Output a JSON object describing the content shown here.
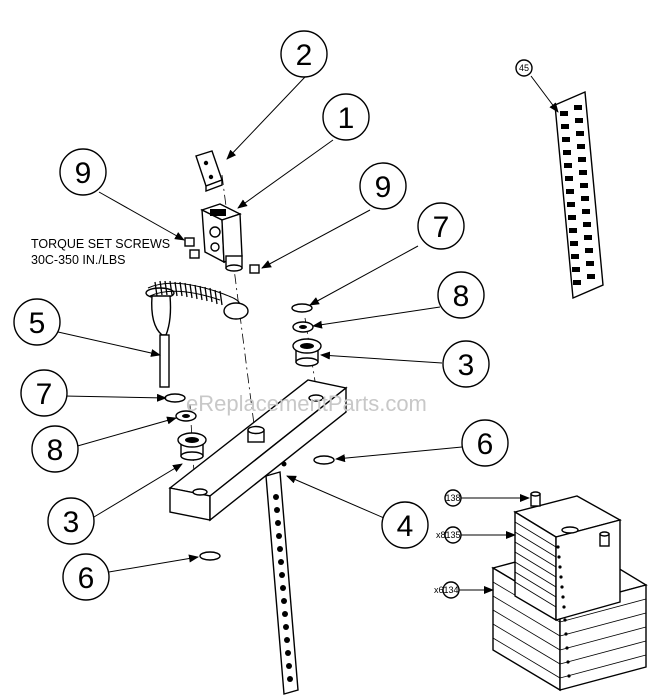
{
  "note": {
    "line1": "TORQUE SET SCREWS",
    "line2": "30C-350 IN./LBS"
  },
  "watermark": "eReplacementParts.com",
  "callouts": {
    "c1": "1",
    "c2": "2",
    "c3a": "3",
    "c3b": "3",
    "c4": "4",
    "c5": "5",
    "c6a": "6",
    "c6b": "6",
    "c7a": "7",
    "c7b": "7",
    "c8a": "8",
    "c8b": "8",
    "c9a": "9",
    "c9b": "9"
  },
  "small_callouts": {
    "s45": "45",
    "s138": "138",
    "s135": "135",
    "s134": "134"
  },
  "quantity_labels": {
    "q135": "x8",
    "q134": "x6"
  }
}
